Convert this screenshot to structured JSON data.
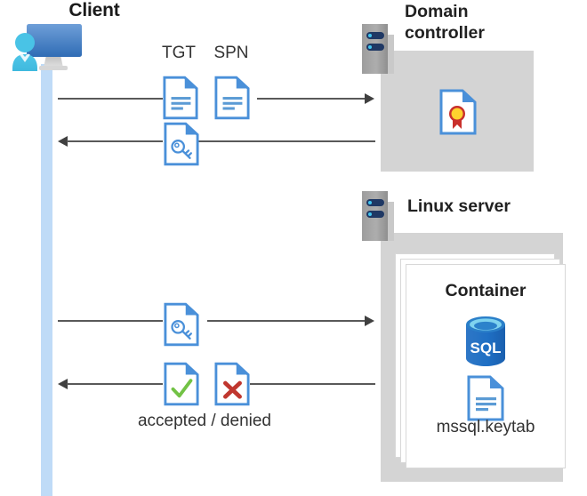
{
  "diagram": {
    "type": "sequence-diagram",
    "title": "Kerberos authentication flow between client, domain controller and Linux server container"
  },
  "actors": {
    "client": {
      "label": "Client",
      "icon": "client-computer-icon"
    },
    "domain_controller": {
      "label_line1": "Domain",
      "label_line2": "controller",
      "icon": "server-rack-icon",
      "contents": [
        {
          "name": "certificate-document-icon",
          "label": ""
        }
      ]
    },
    "linux_server": {
      "label": "Linux server",
      "icon": "server-rack-icon",
      "container": {
        "label": "Container",
        "items": [
          {
            "icon": "sql-database-icon",
            "label": "SQL"
          },
          {
            "icon": "keytab-document-icon",
            "label": "mssql.keytab"
          }
        ]
      }
    }
  },
  "messages": [
    {
      "id": "msg-1",
      "direction": "right",
      "from": "client",
      "to": "domain_controller",
      "icons": [
        {
          "name": "tgt-document-icon",
          "label": "TGT"
        },
        {
          "name": "spn-document-icon",
          "label": "SPN"
        }
      ]
    },
    {
      "id": "msg-2",
      "direction": "left",
      "from": "domain_controller",
      "to": "client",
      "icons": [
        {
          "name": "service-ticket-key-document-icon",
          "label": ""
        }
      ]
    },
    {
      "id": "msg-3",
      "direction": "right",
      "from": "client",
      "to": "linux_server",
      "icons": [
        {
          "name": "service-ticket-key-document-icon",
          "label": ""
        }
      ]
    },
    {
      "id": "msg-4",
      "direction": "left",
      "from": "linux_server",
      "to": "client",
      "caption": "accepted / denied",
      "icons": [
        {
          "name": "accepted-check-document-icon",
          "label": ""
        },
        {
          "name": "denied-cross-document-icon",
          "label": ""
        }
      ]
    }
  ],
  "colors": {
    "lifeline": "#bfdbf7",
    "panel_gray": "#d4d4d4",
    "rack_navy": "#1f3864",
    "rack_led_cyan": "#41c6f0",
    "doc_outline_blue": "#4a90d9",
    "doc_fold_blue": "#3f7fc1",
    "doc_line_blue": "#5b9bd5",
    "sql_blue": "#1f6fc4",
    "sql_top_cyan": "#7fd3ef",
    "accept_green": "#72c245",
    "deny_red": "#c0372f",
    "cert_yellow": "#ffd22e",
    "cert_red": "#c9302c",
    "arrow_gray": "#595959",
    "text_dark": "#212121"
  }
}
